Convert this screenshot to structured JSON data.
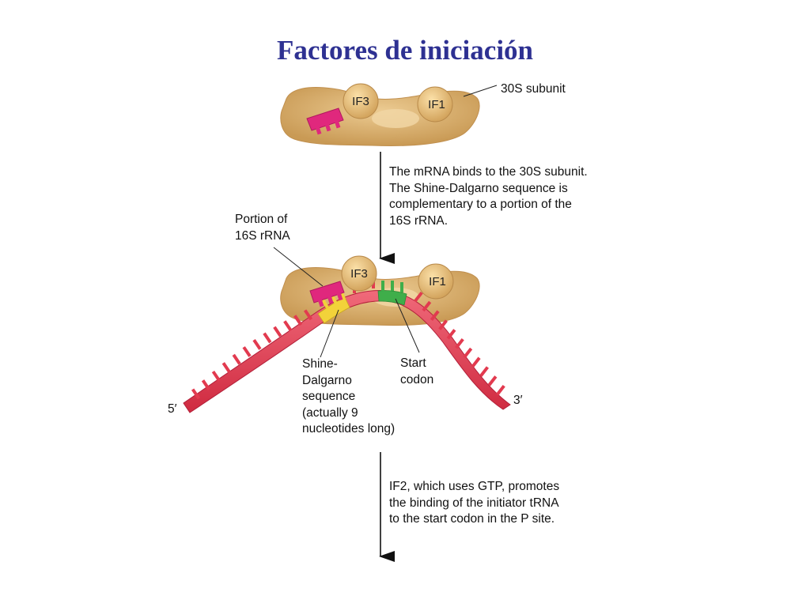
{
  "title": "Factores de iniciación",
  "top_ribosome": {
    "if3_label": "IF3",
    "if1_label": "IF1",
    "subunit_label": "30S subunit"
  },
  "step1_text": [
    "The mRNA binds to the 30S subunit.",
    "The Shine-Dalgarno sequence is",
    "complementary to a portion of the",
    "16S rRNA."
  ],
  "bottom_ribosome": {
    "if3_label": "IF3",
    "if1_label": "IF1",
    "rrna_label": [
      "Portion of",
      "16S rRNA"
    ],
    "shine_dalgarno_label": [
      "Shine-",
      "Dalgarno",
      "sequence",
      "(actually 9",
      "nucleotides long)"
    ],
    "start_codon_label": [
      "Start",
      "codon"
    ],
    "five_prime": "5′",
    "three_prime": "3′"
  },
  "step2_text": [
    "IF2, which uses GTP, promotes",
    "the binding of the initiator tRNA",
    "to the start codon in the P site."
  ],
  "colors": {
    "title": "#2e3192",
    "ribosome": "#d9ae6c",
    "factor": "#e9c27e",
    "rrna": "#e0287d",
    "mrna": "#e23a4f",
    "shine_dalgarno": "#f2d23a",
    "start_codon": "#3fae4a"
  }
}
